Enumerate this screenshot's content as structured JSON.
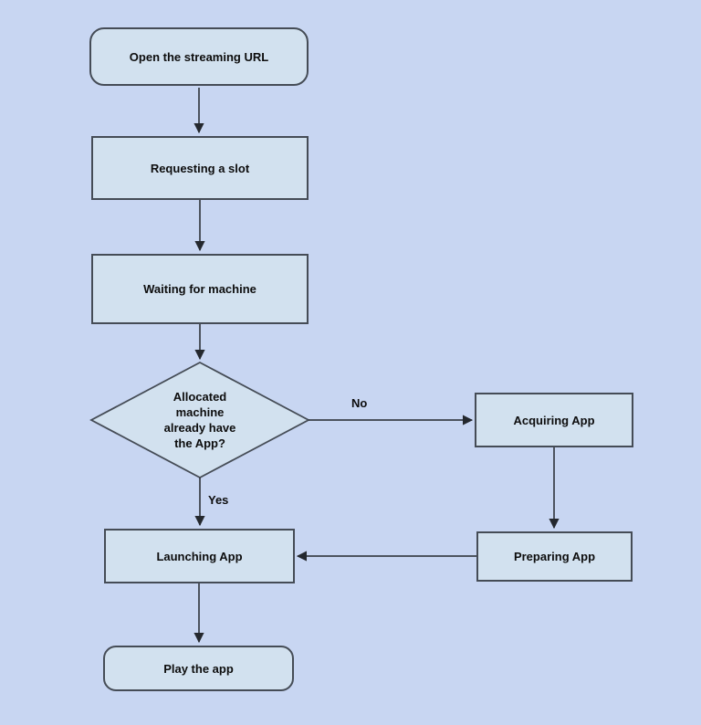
{
  "diagram": {
    "colors": {
      "page-bg": "#c8d6f2",
      "node-fill": "#d2e1ef",
      "node-border": "#454c56",
      "line": "#24282e",
      "text": "#0d0d0d"
    },
    "nodes": {
      "open_url": {
        "shape": "rounded-rect",
        "label": "Open the streaming URL"
      },
      "requesting_slot": {
        "shape": "rect",
        "label": "Requesting a slot"
      },
      "waiting_machine": {
        "shape": "rect",
        "label": "Waiting for machine"
      },
      "decision": {
        "shape": "diamond",
        "label": "Allocated\nmachine\nalready have\nthe App?"
      },
      "acquiring_app": {
        "shape": "rect",
        "label": "Acquiring App"
      },
      "preparing_app": {
        "shape": "rect",
        "label": "Preparing App"
      },
      "launching_app": {
        "shape": "rect",
        "label": "Launching App"
      },
      "play_app": {
        "shape": "rounded-rect",
        "label": "Play the app"
      }
    },
    "edge_labels": {
      "no": "No",
      "yes": "Yes"
    }
  }
}
